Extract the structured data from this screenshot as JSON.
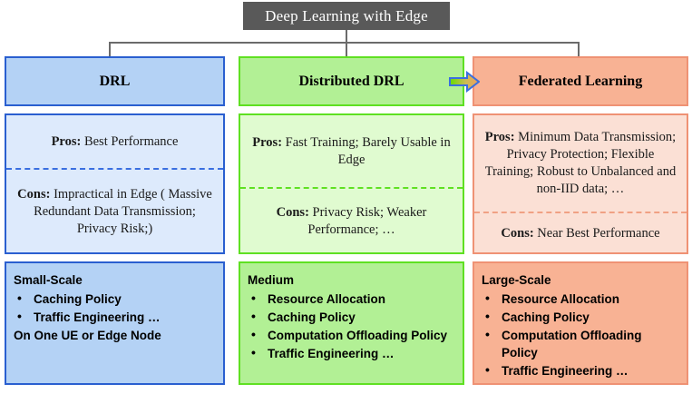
{
  "title": {
    "text": "Deep Learning with Edge"
  },
  "connector": {
    "name": "tree-connector"
  },
  "arrow": {
    "name": "evolution-arrow",
    "from": "Distributed DRL",
    "to": "Federated Learning",
    "gradient_start": "#66dd00",
    "gradient_end": "#f0a060",
    "outline": "#3a6fe0"
  },
  "columns": [
    {
      "id": "drl",
      "header": "DRL",
      "accent_border": "#2a5fd0",
      "header_fill": "#b4d2f5",
      "body_fill": "#ddeafc",
      "pros_label": "Pros:",
      "pros_text": " Best Performance",
      "cons_label": "Cons:",
      "cons_text": " Impractical in Edge ( Massive Redundant Data Transmission; Privacy Risk;)",
      "scale_title": "Small-Scale",
      "bullets": [
        "Caching Policy",
        "Traffic Engineering …"
      ],
      "footer": "On One UE or Edge Node"
    },
    {
      "id": "distributed-drl",
      "header": "Distributed DRL",
      "accent_border": "#5fe022",
      "header_fill": "#b2f095",
      "body_fill": "#e0fbd0",
      "pros_label": "Pros:",
      "pros_text": " Fast Training; Barely Usable in Edge",
      "cons_label": "Cons:",
      "cons_text": " Privacy Risk; Weaker Performance;  …",
      "scale_title": "Medium",
      "bullets": [
        "Resource Allocation",
        "Caching Policy",
        "Computation Offloading Policy",
        "Traffic Engineering …"
      ],
      "footer": ""
    },
    {
      "id": "federated-learning",
      "header": "Federated Learning",
      "accent_border": "#ef9274",
      "header_fill": "#f8b294",
      "body_fill": "#fbe0d5",
      "pros_label": "Pros:",
      "pros_text": " Minimum Data Transmission; Privacy Protection; Flexible Training; Robust to Unbalanced and non-IID data; …",
      "cons_label": "Cons:",
      "cons_text": " Near Best Performance",
      "scale_title": "Large-Scale",
      "bullets": [
        "Resource Allocation",
        "Caching Policy",
        "Computation Offloading Policy",
        "Traffic Engineering …"
      ],
      "footer": ""
    }
  ]
}
